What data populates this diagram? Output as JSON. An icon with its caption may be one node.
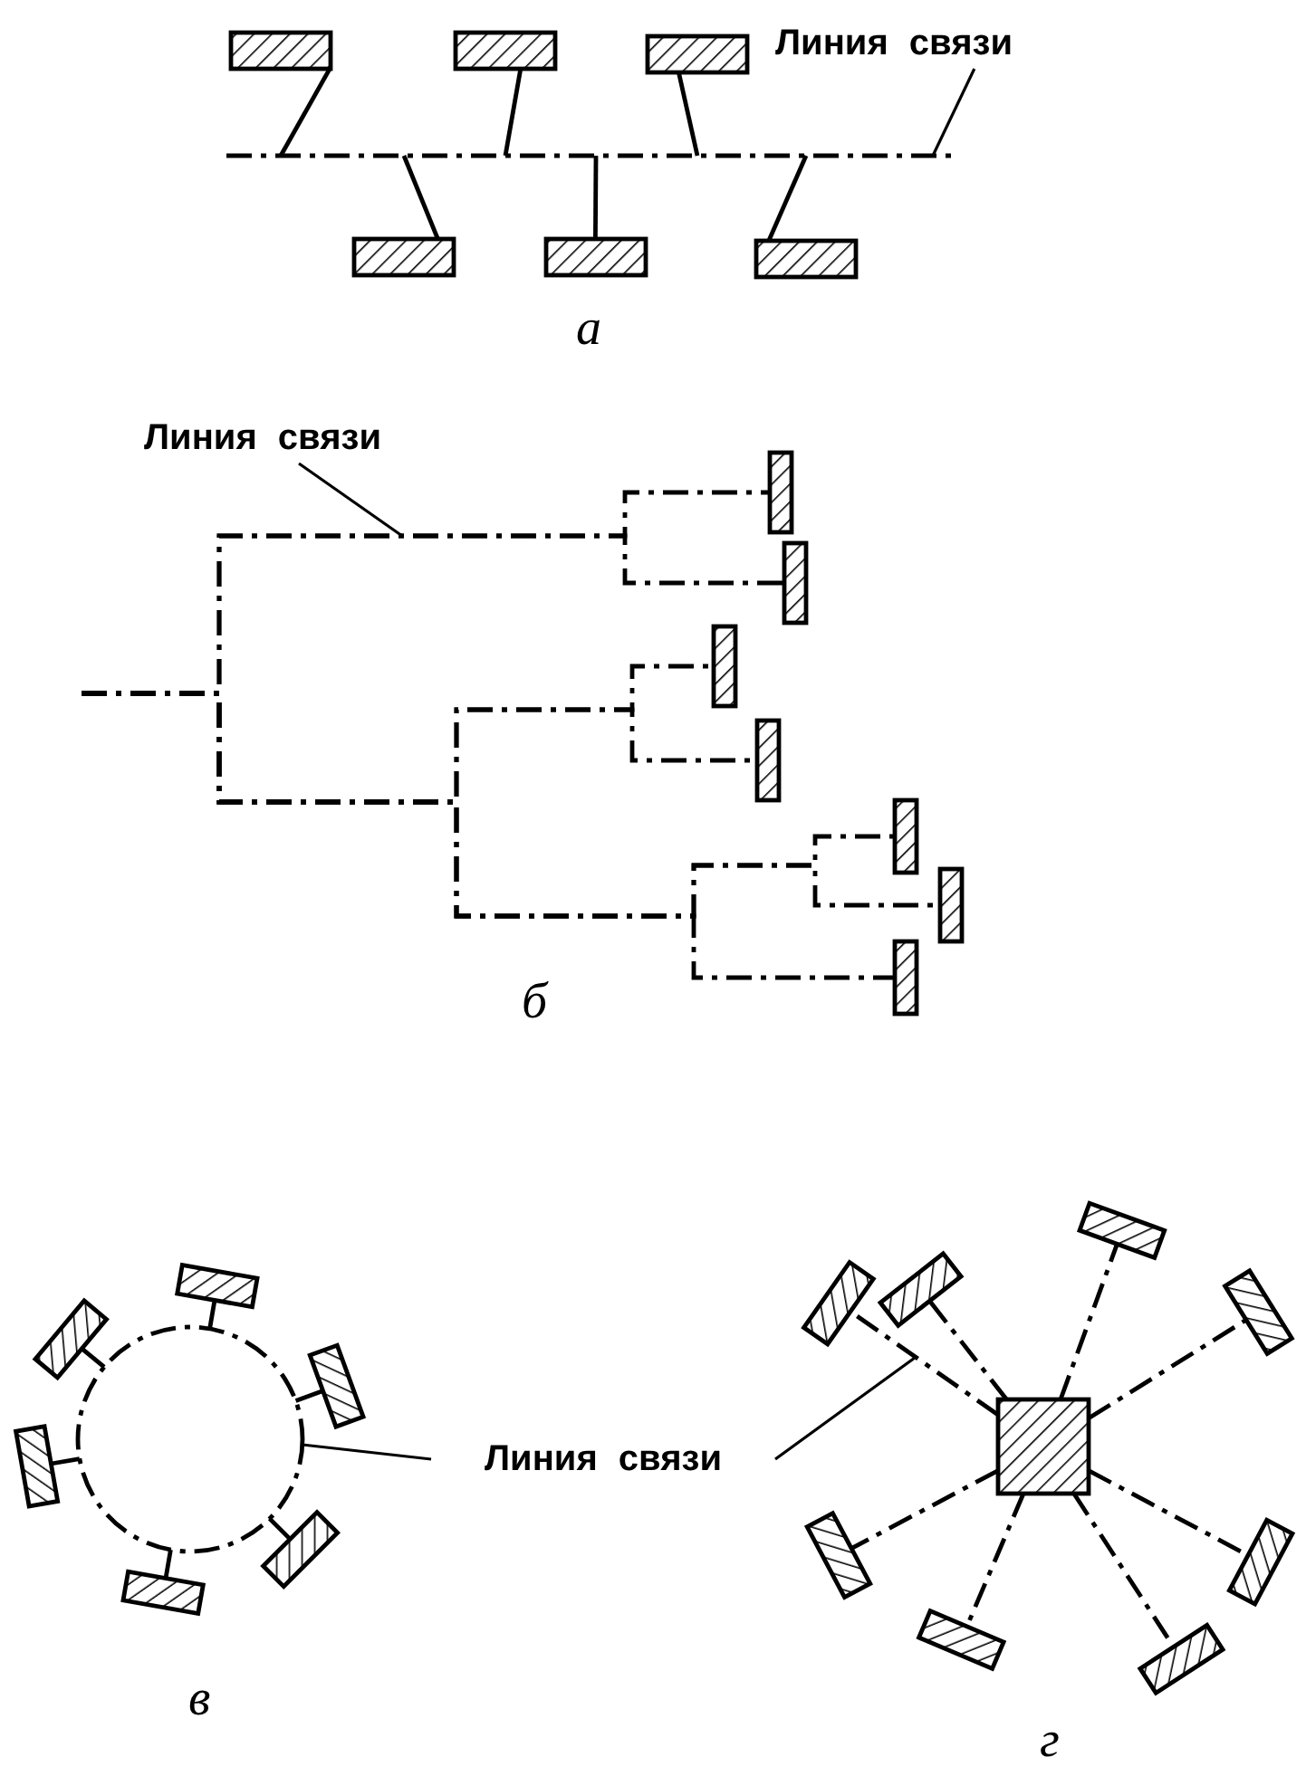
{
  "diagram": {
    "nodes": [
      {
        "text": [
          "Линия связи"
        ]
      },
      {
        "text": [],
        "shape": "line"
      },
      {
        "text": [],
        "shape": "box"
      },
      {
        "text": [],
        "shape": "box"
      },
      {
        "text": [],
        "shape": "box"
      },
      {
        "text": [],
        "shape": "box"
      },
      {
        "text": [],
        "shape": "box"
      },
      {
        "text": [],
        "shape": "box"
      },
      {
        "text": [
          "Линия связи"
        ]
      },
      {
        "text": [],
        "shape": "box"
      },
      {
        "text": [],
        "shape": "box"
      },
      {
        "text": [],
        "shape": "box"
      },
      {
        "text": [],
        "shape": "box"
      },
      {
        "text": [],
        "shape": "box"
      },
      {
        "text": [],
        "shape": "box"
      },
      {
        "text": [],
        "shape": "box"
      },
      {
        "text": [],
        "shape": "circle"
      },
      {
        "text": [],
        "shape": "box"
      },
      {
        "text": [],
        "shape": "box"
      },
      {
        "text": [],
        "shape": "box"
      },
      {
        "text": [],
        "shape": "box"
      },
      {
        "text": [],
        "shape": "box"
      },
      {
        "text": [],
        "shape": "box"
      },
      {
        "text": [
          "Линия связи"
        ]
      },
      {
        "text": [],
        "shape": "box"
      },
      {
        "text": [],
        "shape": "box"
      },
      {
        "text": [],
        "shape": "box"
      },
      {
        "text": [],
        "shape": "box"
      },
      {
        "text": [],
        "shape": "box"
      },
      {
        "text": [],
        "shape": "box"
      },
      {
        "text": [],
        "shape": "box"
      },
      {
        "text": [],
        "shape": "box"
      },
      {
        "text": [],
        "shape": "box"
      }
    ],
    "edges": [
      {
        "from": 0,
        "to": 1,
        "arrow": "none"
      },
      {
        "from": 2,
        "to": 1,
        "arrow": "none"
      },
      {
        "from": 3,
        "to": 1,
        "arrow": "none"
      },
      {
        "from": 4,
        "to": 1,
        "arrow": "none"
      },
      {
        "from": 5,
        "to": 1,
        "arrow": "none"
      },
      {
        "from": 6,
        "to": 1,
        "arrow": "none"
      },
      {
        "from": 7,
        "to": 1,
        "arrow": "none"
      },
      {
        "from": 8,
        "to": null,
        "arrow": "none"
      },
      {
        "from": null,
        "to": 9,
        "arrow": "none",
        "style": "dashed"
      },
      {
        "from": null,
        "to": 10,
        "arrow": "none",
        "style": "dashed"
      },
      {
        "from": null,
        "to": 11,
        "arrow": "none",
        "style": "dashed"
      },
      {
        "from": null,
        "to": 12,
        "arrow": "none",
        "style": "dashed"
      },
      {
        "from": null,
        "to": 13,
        "arrow": "none",
        "style": "dashed"
      },
      {
        "from": null,
        "to": 14,
        "arrow": "none",
        "style": "dashed"
      },
      {
        "from": null,
        "to": 15,
        "arrow": "none",
        "style": "dashed"
      },
      {
        "from": 17,
        "to": 16,
        "arrow": "none"
      },
      {
        "from": 18,
        "to": 16,
        "arrow": "none"
      },
      {
        "from": 19,
        "to": 16,
        "arrow": "none"
      },
      {
        "from": 20,
        "to": 16,
        "arrow": "none"
      },
      {
        "from": 21,
        "to": 16,
        "arrow": "none"
      },
      {
        "from": 22,
        "to": 16,
        "arrow": "none"
      },
      {
        "from": 23,
        "to": 16,
        "arrow": "none"
      },
      {
        "from": 23,
        "to": null,
        "arrow": "none"
      },
      {
        "from": 24,
        "to": 25,
        "arrow": "none",
        "style": "dashed"
      },
      {
        "from": 24,
        "to": 26,
        "arrow": "none",
        "style": "dashed"
      },
      {
        "from": 24,
        "to": 27,
        "arrow": "none",
        "style": "dashed"
      },
      {
        "from": 24,
        "to": 28,
        "arrow": "none",
        "style": "dashed"
      },
      {
        "from": 24,
        "to": 29,
        "arrow": "none",
        "style": "dashed"
      },
      {
        "from": 24,
        "to": 30,
        "arrow": "none",
        "style": "dashed"
      },
      {
        "from": 24,
        "to": 31,
        "arrow": "none",
        "style": "dashed"
      },
      {
        "from": 24,
        "to": 32,
        "arrow": "none",
        "style": "dashed"
      }
    ],
    "labels": [
      "а",
      "б",
      "в",
      "г"
    ]
  }
}
